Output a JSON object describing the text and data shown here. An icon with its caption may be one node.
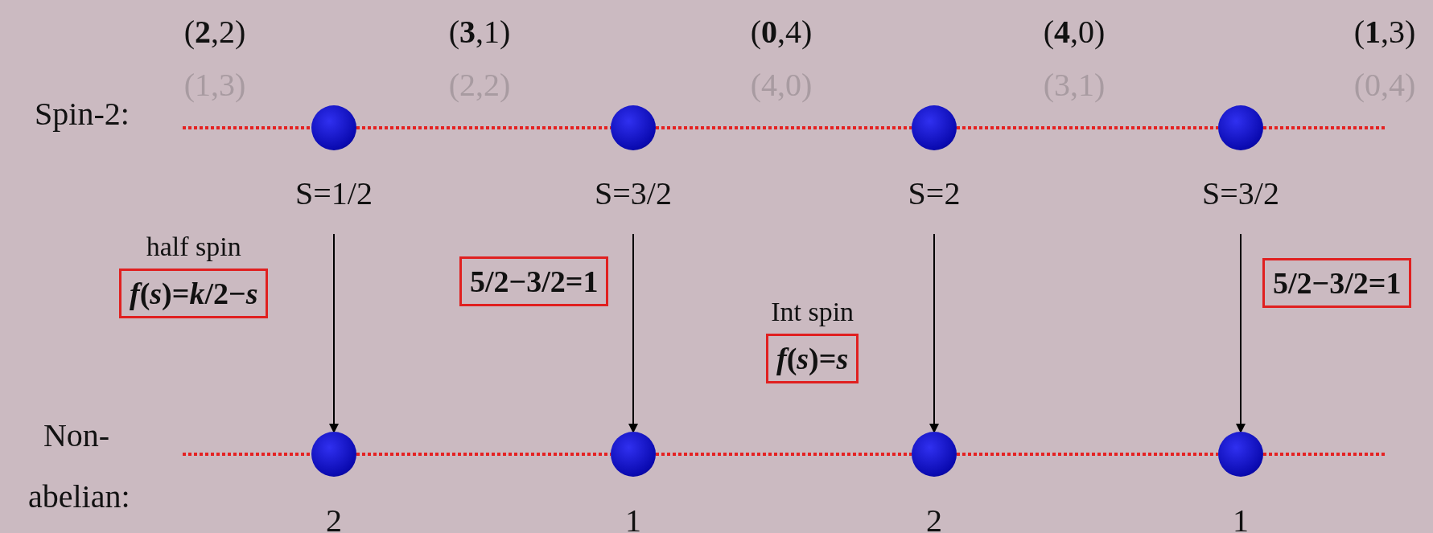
{
  "diagram": {
    "nodes": [
      {
        "text": [],
        "shape": "circle",
        "beside": [
          "S=1/2"
        ]
      },
      {
        "text": [],
        "shape": "circle",
        "beside": [
          "S=3/2"
        ]
      },
      {
        "text": [],
        "shape": "circle",
        "beside": [
          "S=2"
        ]
      },
      {
        "text": [],
        "shape": "circle",
        "beside": [
          "S=3/2"
        ]
      },
      {
        "text": [
          "half spin",
          "f(s)=k/2−s"
        ]
      },
      {
        "text": [
          "5/2−3/2=1"
        ]
      },
      {
        "text": [
          "Int spin",
          "f(s)=s"
        ]
      },
      {
        "text": [
          "5/2−3/2=1"
        ]
      },
      {
        "text": [],
        "shape": "circle",
        "beside": [
          "2"
        ]
      },
      {
        "text": [],
        "shape": "circle",
        "beside": [
          "1"
        ]
      },
      {
        "text": [],
        "shape": "circle",
        "beside": [
          "2"
        ]
      },
      {
        "text": [],
        "shape": "circle",
        "beside": [
          "1"
        ]
      }
    ],
    "edges": [
      {
        "from": null,
        "to": 0,
        "arrow": "none",
        "style": "dashed"
      },
      {
        "from": 0,
        "to": 1,
        "arrow": "none",
        "style": "dashed"
      },
      {
        "from": 1,
        "to": 2,
        "arrow": "none",
        "style": "dashed"
      },
      {
        "from": 2,
        "to": 3,
        "arrow": "none",
        "style": "dashed"
      },
      {
        "from": 3,
        "to": null,
        "arrow": "none",
        "style": "dashed"
      },
      {
        "from": 0,
        "to": 8,
        "arrow": "to",
        "color": "#000000"
      },
      {
        "from": 1,
        "to": 9,
        "arrow": "to",
        "color": "#000000"
      },
      {
        "from": 2,
        "to": 10,
        "arrow": "to",
        "color": "#000000"
      },
      {
        "from": 3,
        "to": 11,
        "arrow": "to",
        "color": "#000000"
      },
      {
        "from": null,
        "to": 8,
        "arrow": "none",
        "style": "dashed"
      },
      {
        "from": 8,
        "to": 9,
        "arrow": "none",
        "style": "dashed"
      },
      {
        "from": 9,
        "to": 10,
        "arrow": "none",
        "style": "dashed"
      },
      {
        "from": 10,
        "to": 11,
        "arrow": "none",
        "style": "dashed"
      },
      {
        "from": 11,
        "to": null,
        "arrow": "none",
        "style": "dashed"
      }
    ],
    "labels": [
      "(**2**,2)",
      "(**3**,1)",
      "(**0**,4)",
      "(**4**,0)",
      "(**1**,3)",
      "(1,3)",
      "(2,2)",
      "(4,0)",
      "(3,1)",
      "(0,4)",
      "Spin-2:",
      "Non- abelian:"
    ]
  }
}
